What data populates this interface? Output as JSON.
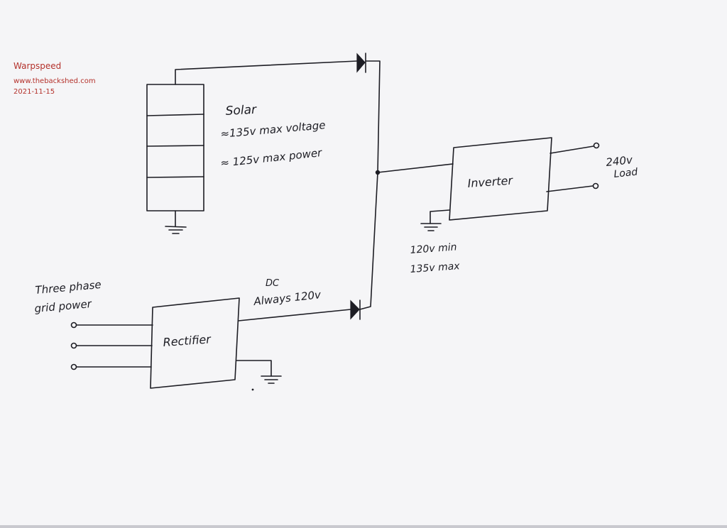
{
  "credit": {
    "author": "Warpspeed",
    "site": "www.thebackshed.com",
    "date": "2021-11-15"
  },
  "labels": {
    "solar_title": "Solar",
    "solar_max_voltage": "≈135v max voltage",
    "solar_max_power": "≈ 125v max power",
    "inverter": "Inverter",
    "load_voltage": "240v",
    "load_label": "Load",
    "inverter_min": "120v min",
    "inverter_max": "135v max",
    "dc_label": "DC",
    "dc_always": "Always 120v",
    "grid_line1": "Three phase",
    "grid_line2": "grid power",
    "rectifier": "Rectifier"
  },
  "colors": {
    "ink": "#1d1d24",
    "credit": "#b4312b"
  }
}
